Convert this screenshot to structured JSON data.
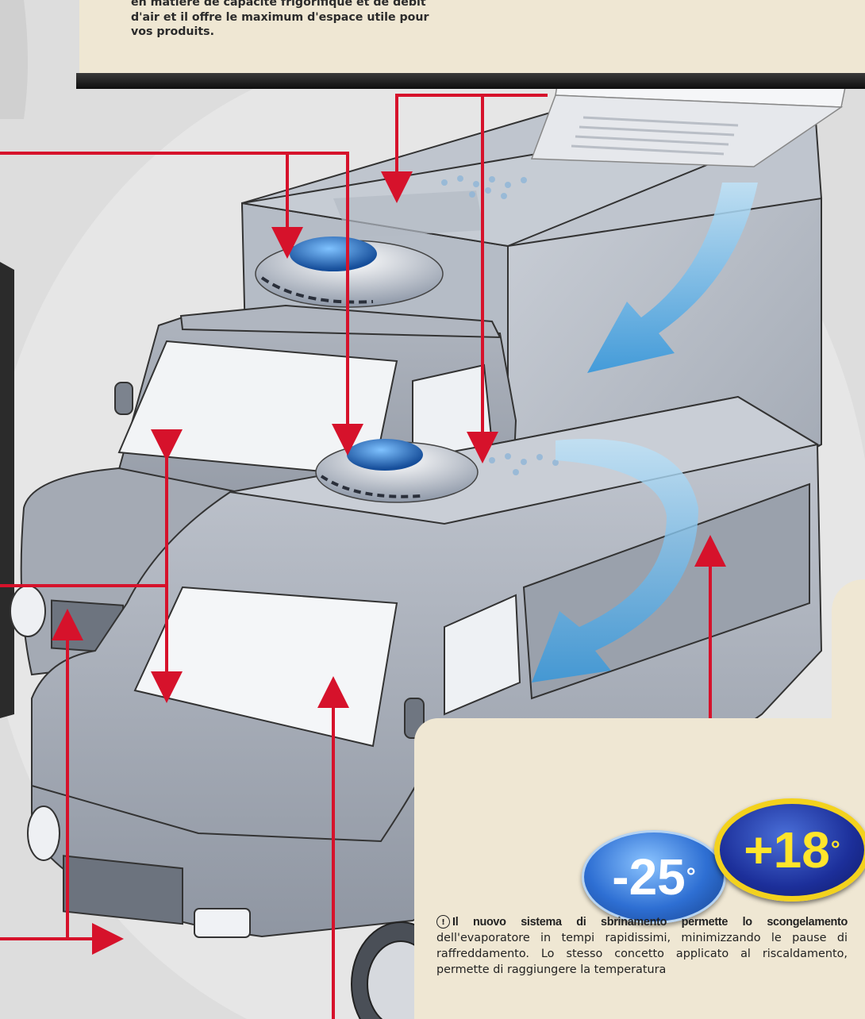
{
  "intro": {
    "lines": [
      "en  matière de capacité frigorifique et de débit",
      "d'air et il offre le maximum d'espace utile pour",
      "vos produits."
    ]
  },
  "badges": {
    "cold": "-25",
    "hot": "+18",
    "degree": "°"
  },
  "note": {
    "icon": "warning-circle-icon",
    "lead": "Il nuovo sistema di sbrinamento permette lo scongelamento",
    "body": "dell'evaporatore in tempi rapidissimi, minimizzando le pause di raffreddamento. Lo stesso concetto applicato al riscaldamento, permette di raggiungere la temperatura"
  },
  "colors": {
    "arrow": "#d6122b",
    "airflow": "#3ea3e0",
    "vehicle": "#b8bec8",
    "panel": "#efe7d3"
  }
}
